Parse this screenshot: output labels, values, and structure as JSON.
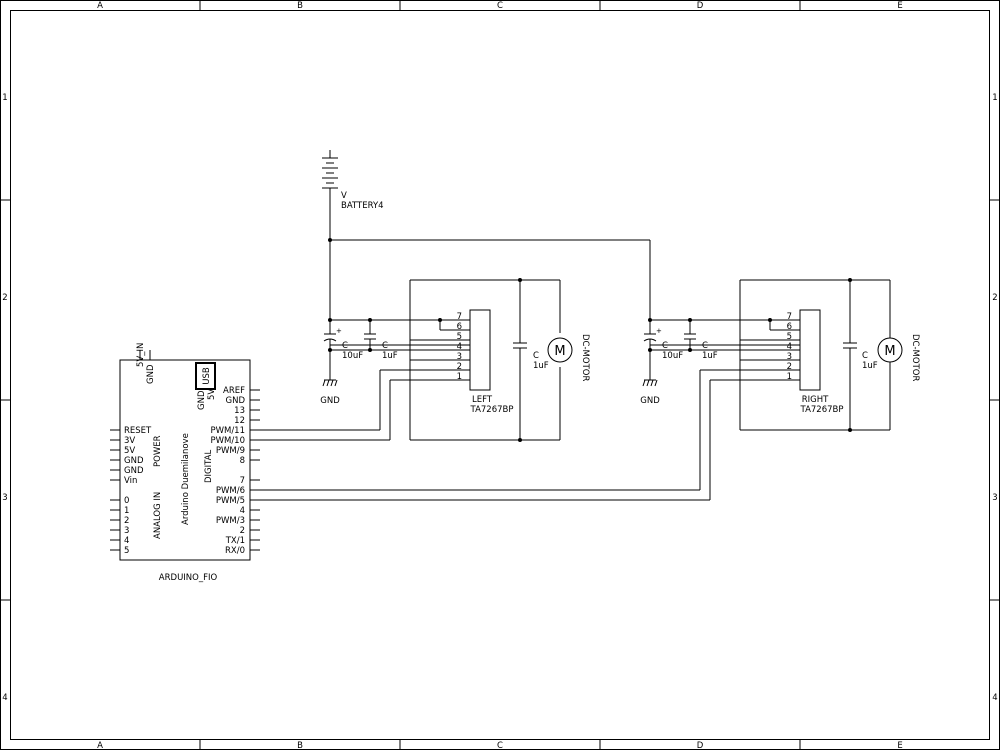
{
  "frame": {
    "col_labels": [
      "A",
      "B",
      "C",
      "D",
      "E"
    ],
    "row_labels": [
      "1",
      "2",
      "3",
      "4"
    ]
  },
  "arduino": {
    "name": "ARDUINO_FIO",
    "board_text": "Arduino Duemilanove",
    "usb": "USB",
    "top_pins": [
      "5V_IN",
      "GND"
    ],
    "usb_side_pins": [
      "GND",
      "5V"
    ],
    "power_group": "POWER",
    "analog_group": "ANALOG IN",
    "digital_group": "DIGITAL",
    "left_pins": [
      "RESET",
      "3V",
      "5V",
      "GND",
      "GND",
      "Vin",
      "0",
      "1",
      "2",
      "3",
      "4",
      "5"
    ],
    "right_pins": [
      "AREF",
      "GND",
      "13",
      "12",
      "PWM/11",
      "PWM/10",
      "PWM/9",
      "8",
      "7",
      "PWM/6",
      "PWM/5",
      "4",
      "PWM/3",
      "2",
      "TX/1",
      "RX/0"
    ]
  },
  "battery": {
    "ref": "V",
    "name": "BATTERY4"
  },
  "left_driver": {
    "cap1_ref": "C",
    "cap1_val": "10uF",
    "cap2_ref": "C",
    "cap2_val": "1uF",
    "gnd": "GND",
    "ic_pins": [
      "7",
      "6",
      "5",
      "4",
      "3",
      "2",
      "1"
    ],
    "ic_ref": "LEFT",
    "ic_name": "TA7267BP",
    "motor_cap_ref": "C",
    "motor_cap_val": "1uF",
    "motor_symbol": "M",
    "motor_label": "DC-MOTOR"
  },
  "right_driver": {
    "cap1_ref": "C",
    "cap1_val": "10uF",
    "cap2_ref": "C",
    "cap2_val": "1uF",
    "gnd": "GND",
    "ic_pins": [
      "7",
      "6",
      "5",
      "4",
      "3",
      "2",
      "1"
    ],
    "ic_ref": "RIGHT",
    "ic_name": "TA7267BP",
    "motor_cap_ref": "C",
    "motor_cap_val": "1uF",
    "motor_symbol": "M",
    "motor_label": "DC-MOTOR"
  }
}
